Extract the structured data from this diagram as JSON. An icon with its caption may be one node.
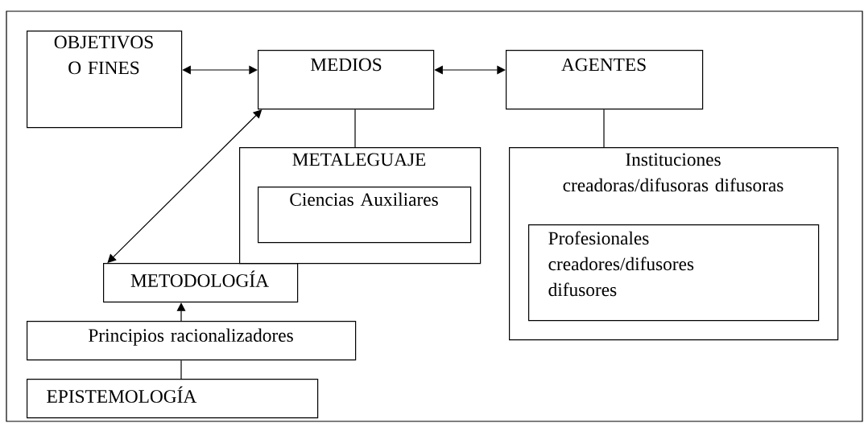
{
  "diagram": {
    "nodes": [
      {
        "text": [
          "OBJETIVOS O FINES"
        ]
      },
      {
        "text": [
          "MEDIOS"
        ]
      },
      {
        "text": [
          "AGENTES"
        ]
      },
      {
        "text": [
          "METALEGUAJE"
        ]
      },
      {
        "text": [
          "Ciencias Auxiliares"
        ],
        "in": 3
      },
      {
        "text": [
          "Instituciones creadoras/difusoras difusoras"
        ]
      },
      {
        "text": [
          "Profesionales creadores/difusores difusores"
        ],
        "in": 5
      },
      {
        "text": [
          "METODOLOGÍA"
        ]
      },
      {
        "text": [
          "Principios racionalizadores"
        ]
      },
      {
        "text": [
          "EPISTEMOLOGÍA"
        ]
      }
    ],
    "edges": [
      {
        "from": 0,
        "to": 1,
        "arrow": "both"
      },
      {
        "from": 1,
        "to": 2,
        "arrow": "both"
      },
      {
        "from": 7,
        "to": 1,
        "arrow": "both"
      },
      {
        "from": 1,
        "to": 3,
        "arrow": "none"
      },
      {
        "from": 2,
        "to": 5,
        "arrow": "none"
      },
      {
        "from": 8,
        "to": 7,
        "arrow": "to"
      },
      {
        "from": 9,
        "to": 8,
        "arrow": "none"
      }
    ]
  }
}
